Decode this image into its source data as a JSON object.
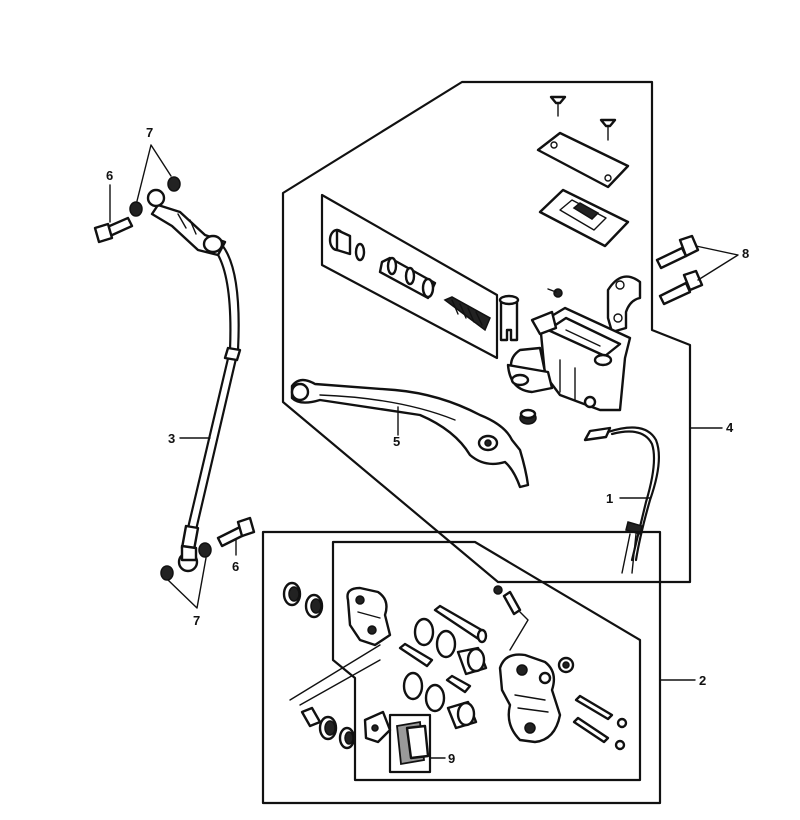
{
  "callouts": [
    {
      "id": "1",
      "label": "1"
    },
    {
      "id": "2",
      "label": "2"
    },
    {
      "id": "3",
      "label": "3"
    },
    {
      "id": "4",
      "label": "4"
    },
    {
      "id": "5",
      "label": "5"
    },
    {
      "id": "6a",
      "label": "6"
    },
    {
      "id": "6b",
      "label": "6"
    },
    {
      "id": "7a",
      "label": "7"
    },
    {
      "id": "7b",
      "label": "7"
    },
    {
      "id": "8",
      "label": "8"
    },
    {
      "id": "9",
      "label": "9"
    }
  ]
}
